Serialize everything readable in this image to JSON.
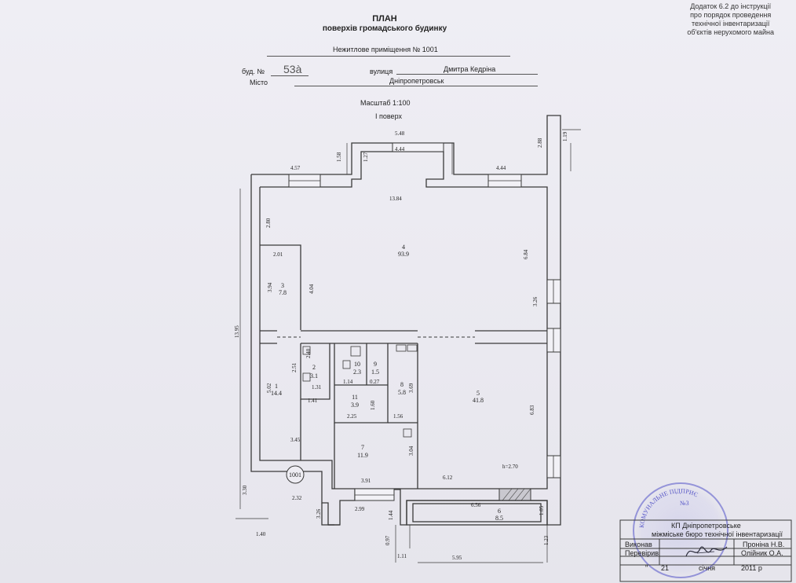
{
  "appendix": {
    "line1": "Додаток 6.2 до інструкції",
    "line2": "про  порядок проведення",
    "line3": "технічної  інвентаризації",
    "line4": "об'єктів нерухомого майна"
  },
  "title": {
    "main": "ПЛАН",
    "sub": "поверхів громадського будинку"
  },
  "premises": "Нежитлове приміщення  № 1001",
  "building": {
    "label_building": "буд. №",
    "number": "53à",
    "label_street": "вулиця",
    "street": "Дмитра Кедріна",
    "label_city": "Місто",
    "city": "Дніпропетровськ"
  },
  "scale": "Масштаб 1:100",
  "floor": "І поверх",
  "rooms": [
    {
      "num": "1",
      "area": "14.4"
    },
    {
      "num": "2",
      "area": "3.1"
    },
    {
      "num": "3",
      "area": "7.8"
    },
    {
      "num": "4",
      "area": "93.9"
    },
    {
      "num": "5",
      "area": "41.8"
    },
    {
      "num": "6",
      "area": "8.5"
    },
    {
      "num": "7",
      "area": "11.9"
    },
    {
      "num": "8",
      "area": "5.8"
    },
    {
      "num": "9",
      "area": "1.5"
    },
    {
      "num": "10",
      "area": "2.3"
    },
    {
      "num": "11",
      "area": "3.9"
    }
  ],
  "dimensions": {
    "d548": "5.48",
    "d444top": "4.44",
    "d127": "1.27",
    "d158": "1.58",
    "d457": "4.57",
    "d444r": "4.44",
    "d288": "2.88",
    "d119": "1.19",
    "d1384": "13.84",
    "d280": "2.80",
    "d201": "2.01",
    "d394": "3.94",
    "d404": "4.04",
    "d684": "6.84",
    "d326a": "3.26",
    "d1395": "13.95",
    "d240": "2.40",
    "d251": "2.51",
    "d131": "1.31",
    "d114": "1.14",
    "d027": "0.27",
    "d369": "3.69",
    "d502": "5.02",
    "d141": "1.41",
    "d160": "1.60",
    "d225": "2.25",
    "d156": "1.56",
    "d683": "6.83",
    "d345": "3.45",
    "d304": "3.04",
    "d612": "6.12",
    "h": "h=2.70",
    "d391": "3.91",
    "d330": "3.30",
    "d232": "2.32",
    "d326b": "3.26",
    "d299": "2.99",
    "d144": "1.44",
    "d656": "6.56",
    "d105": "1.05",
    "d140": "1.40",
    "d097": "0.97",
    "d111": "1.11",
    "d123": "1.23",
    "d595": "5.95"
  },
  "unit_tag": "1001",
  "title_block": {
    "org1": "КП Дніпропетровське",
    "org2": "міжміське бюро технічної інвентаризації",
    "role1": "Виконав",
    "name1": "Проніна Н.В.",
    "role2": "Перевірив",
    "name2": "Олійник О.А.",
    "date_q": "\"",
    "day": "21",
    "month": "січня",
    "year": "2011 р"
  },
  "stamp": {
    "text": "КОМУНАЛЬНЕ ПІДПРИЄ",
    "num": "№3"
  },
  "colors": {
    "paper": "#ecebf1",
    "line": "#3a3a3a",
    "stamp": "#5a5ac8"
  }
}
